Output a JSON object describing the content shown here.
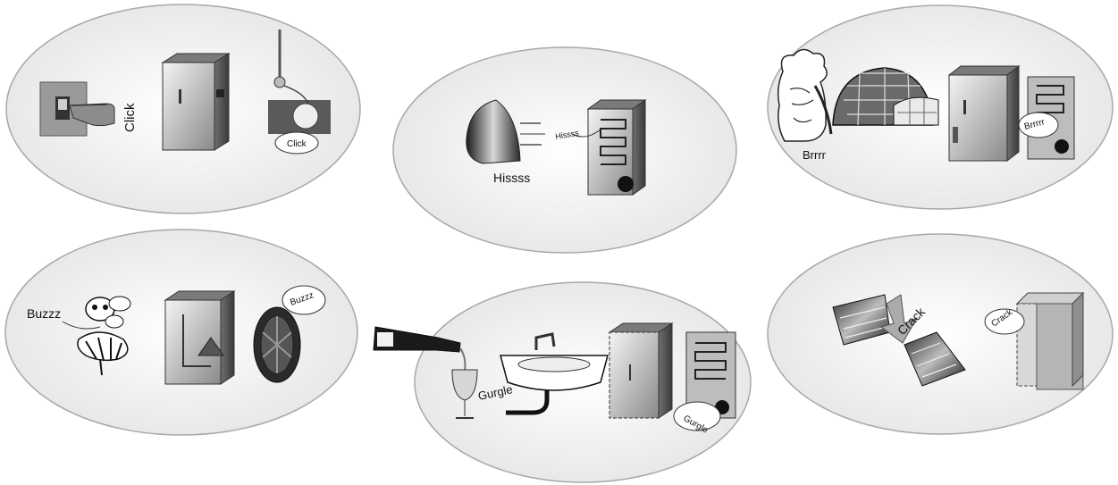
{
  "panels": {
    "p1": {
      "switch_sound": "Click",
      "thermostat_sound": "Click"
    },
    "p2": {
      "iron_sound": "Hissss",
      "fridge_sound": "Hissss"
    },
    "p3": {
      "cold_sound": "Brrrr",
      "fridge_sound": "Brrrrr"
    },
    "p4": {
      "bee_sound": "Buzzz",
      "fan_sound": "Buzzz"
    },
    "p5": {
      "pour_sound": "Gurgle",
      "fridge_sound": "Gurgle"
    },
    "p6": {
      "ice_sound": "Crack",
      "fridge_sound": "Crack"
    }
  },
  "colors": {
    "ellipse_fill": "#efefef",
    "ellipse_stroke": "#a0a0a0",
    "ink": "#111111"
  }
}
